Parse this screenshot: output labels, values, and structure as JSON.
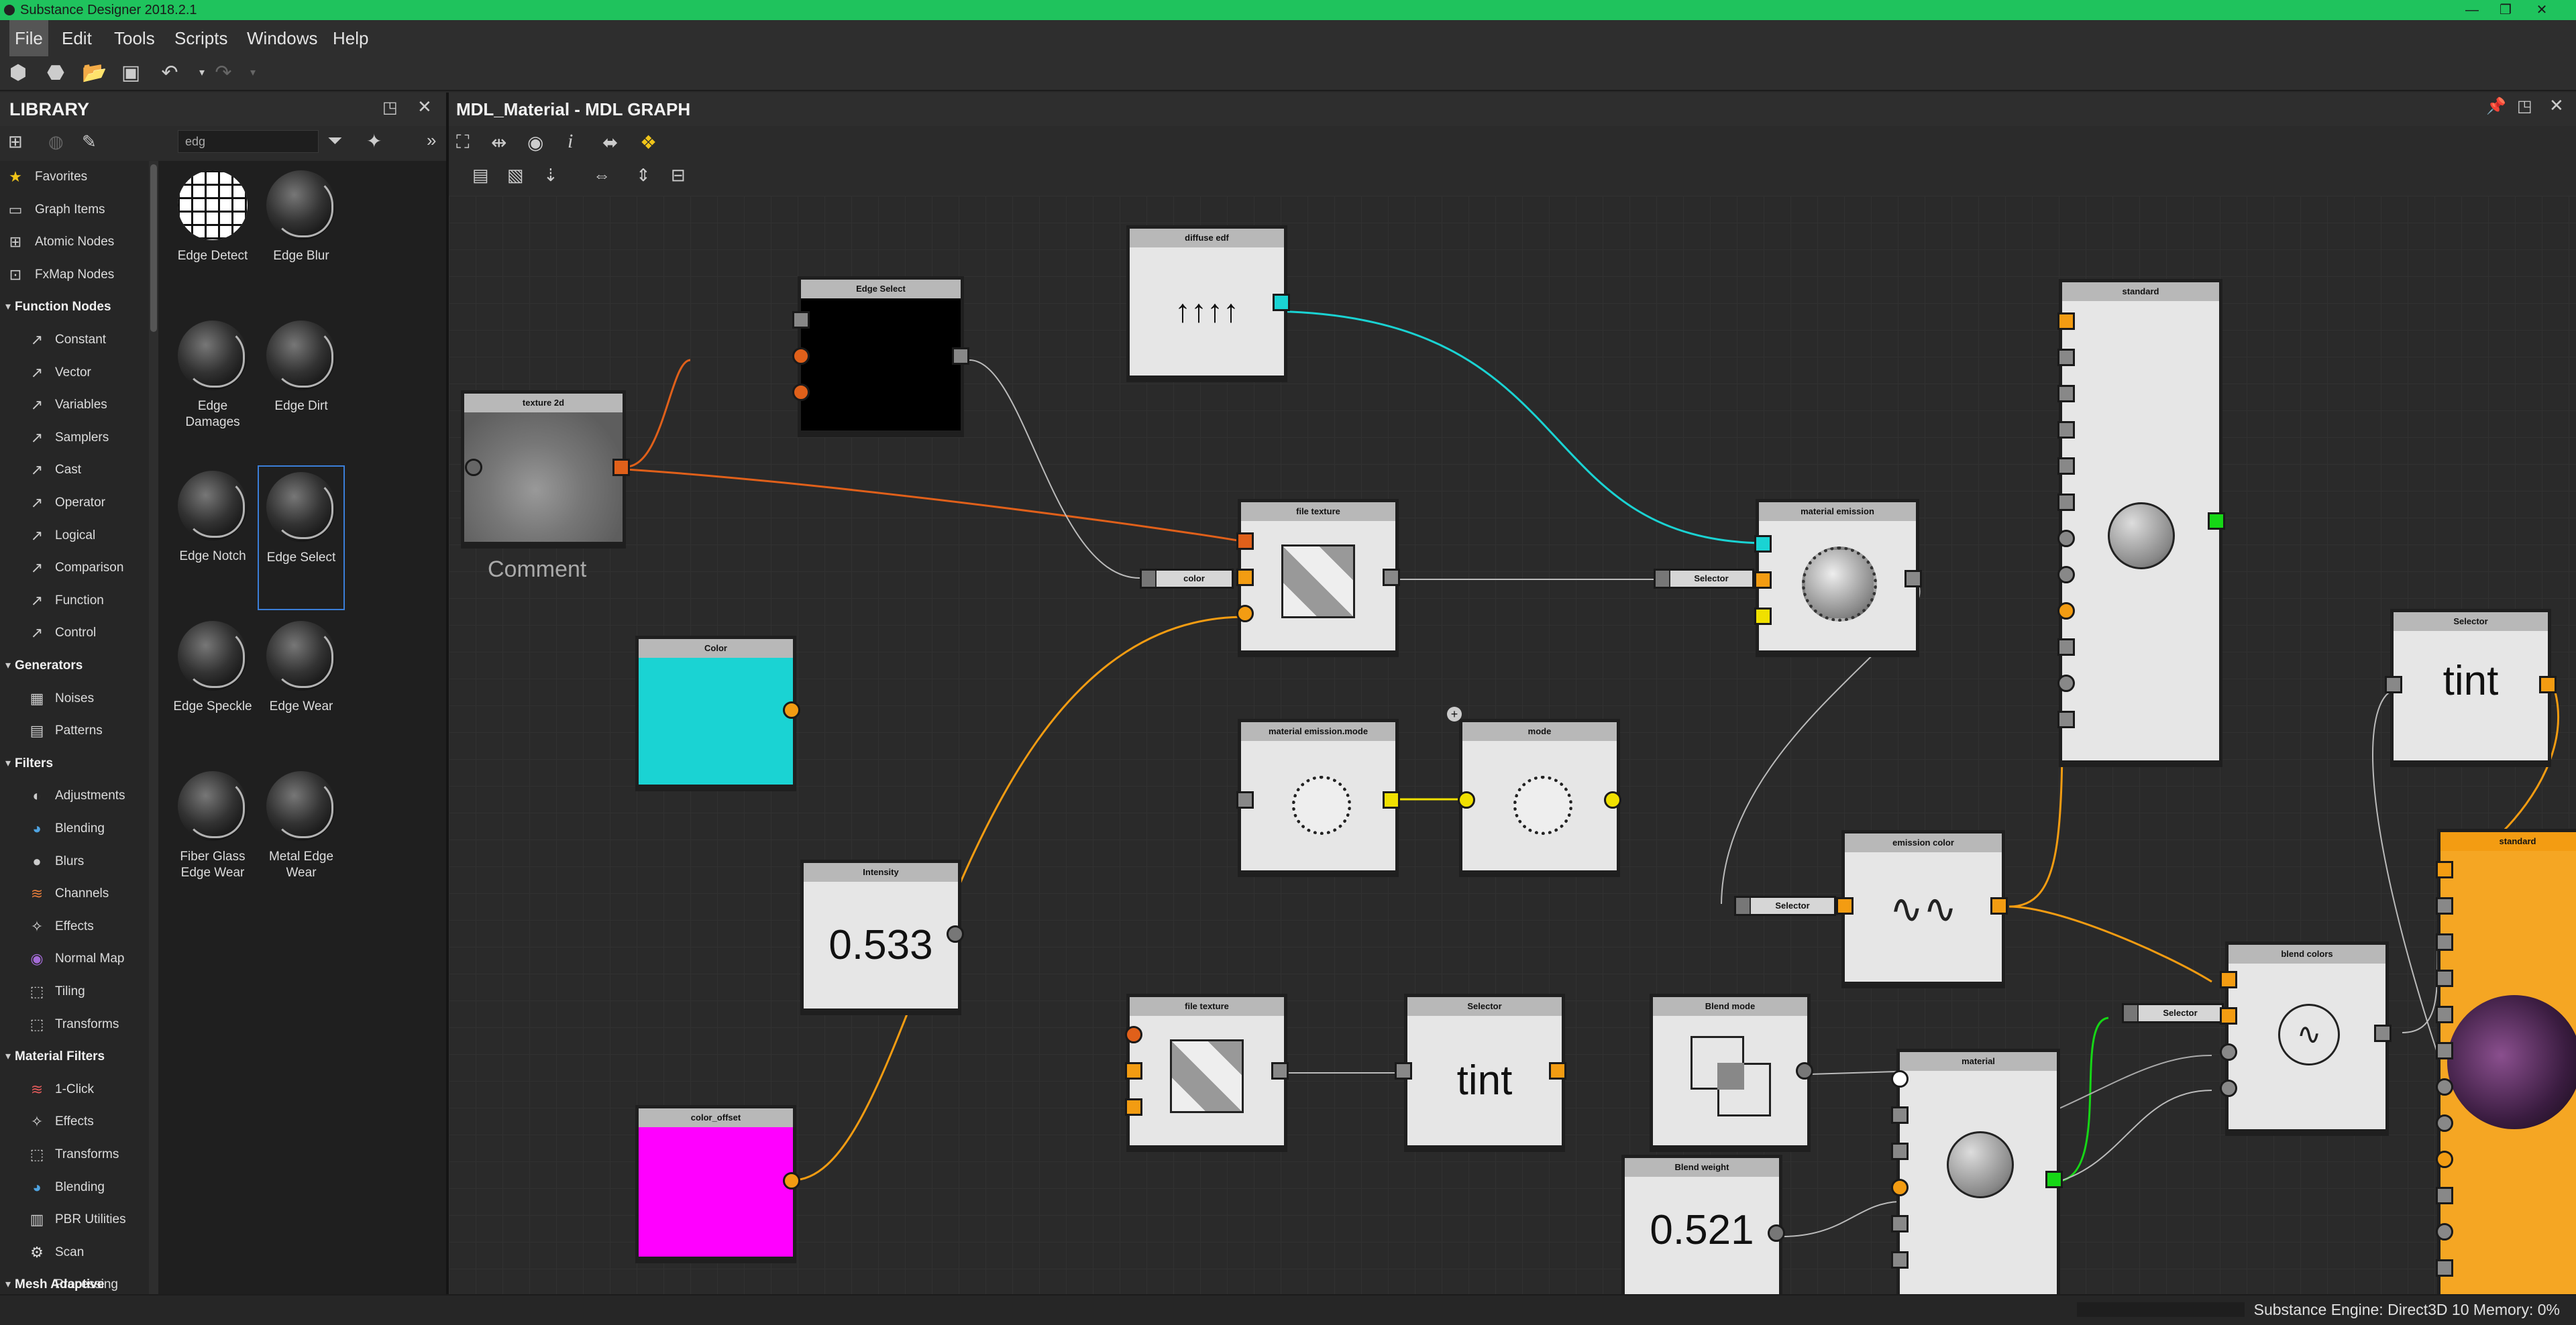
{
  "window": {
    "title": "Substance Designer 2018.2.1"
  },
  "menu": [
    "File",
    "Edit",
    "Tools",
    "Scripts",
    "Windows",
    "Help"
  ],
  "library": {
    "title": "LIBRARY",
    "search_value": "edg",
    "tree": [
      {
        "label": "Favorites",
        "icon": "star-icon",
        "type": "item"
      },
      {
        "label": "Graph Items",
        "icon": "graph-items-icon",
        "type": "item"
      },
      {
        "label": "Atomic Nodes",
        "icon": "atomic-nodes-icon",
        "type": "item"
      },
      {
        "label": "FxMap Nodes",
        "icon": "fxmap-icon",
        "type": "item"
      },
      {
        "label": "Function Nodes",
        "icon": "chevron-down-icon",
        "type": "cat"
      },
      {
        "label": "Constant",
        "icon": "function-icon",
        "type": "sub"
      },
      {
        "label": "Vector",
        "icon": "function-icon",
        "type": "sub"
      },
      {
        "label": "Variables",
        "icon": "function-icon",
        "type": "sub"
      },
      {
        "label": "Samplers",
        "icon": "function-icon",
        "type": "sub"
      },
      {
        "label": "Cast",
        "icon": "function-icon",
        "type": "sub"
      },
      {
        "label": "Operator",
        "icon": "function-icon",
        "type": "sub"
      },
      {
        "label": "Logical",
        "icon": "function-icon",
        "type": "sub"
      },
      {
        "label": "Comparison",
        "icon": "function-icon",
        "type": "sub"
      },
      {
        "label": "Function",
        "icon": "function-icon",
        "type": "sub"
      },
      {
        "label": "Control",
        "icon": "function-icon",
        "type": "sub"
      },
      {
        "label": "Generators",
        "icon": "chevron-down-icon",
        "type": "cat"
      },
      {
        "label": "Noises",
        "icon": "noise-icon",
        "type": "sub"
      },
      {
        "label": "Patterns",
        "icon": "pattern-icon",
        "type": "sub"
      },
      {
        "label": "Filters",
        "icon": "chevron-down-icon",
        "type": "cat"
      },
      {
        "label": "Adjustments",
        "icon": "adjustments-icon",
        "type": "sub"
      },
      {
        "label": "Blending",
        "icon": "blending-icon",
        "type": "sub"
      },
      {
        "label": "Blurs",
        "icon": "blur-icon",
        "type": "sub"
      },
      {
        "label": "Channels",
        "icon": "channels-icon",
        "type": "sub"
      },
      {
        "label": "Effects",
        "icon": "effects-icon",
        "type": "sub"
      },
      {
        "label": "Normal Map",
        "icon": "normal-map-icon",
        "type": "sub"
      },
      {
        "label": "Tiling",
        "icon": "tiling-icon",
        "type": "sub"
      },
      {
        "label": "Transforms",
        "icon": "transforms-icon",
        "type": "sub"
      },
      {
        "label": "Material Filters",
        "icon": "chevron-down-icon",
        "type": "cat"
      },
      {
        "label": "1-Click",
        "icon": "layers-icon",
        "type": "sub"
      },
      {
        "label": "Effects",
        "icon": "effects-icon",
        "type": "sub"
      },
      {
        "label": "Transforms",
        "icon": "transforms-icon",
        "type": "sub"
      },
      {
        "label": "Blending",
        "icon": "blending-icon",
        "type": "sub"
      },
      {
        "label": "PBR Utilities",
        "icon": "pbr-icon",
        "type": "sub"
      },
      {
        "label": "Scan Processing",
        "icon": "gear-icon",
        "type": "sub"
      },
      {
        "label": "Mesh Adaptive",
        "icon": "chevron-down-icon",
        "type": "cat"
      }
    ],
    "thumbs": [
      {
        "label": "Edge Detect",
        "grid": true
      },
      {
        "label": "Edge Blur"
      },
      {
        "label": "Edge Damages"
      },
      {
        "label": "Edge Dirt"
      },
      {
        "label": "Edge Notch"
      },
      {
        "label": "Edge Select",
        "selected": true
      },
      {
        "label": "Edge Speckle"
      },
      {
        "label": "Edge Wear"
      },
      {
        "label": "Fiber Glass Edge Wear"
      },
      {
        "label": "Metal Edge Wear"
      }
    ]
  },
  "graph": {
    "title": "MDL_Material - MDL GRAPH",
    "comment": "Comment",
    "nodes": {
      "diffuse_edf": "diffuse edf",
      "edge_select": "Edge Select",
      "texture_2d": "texture 2d",
      "color_node": "Color",
      "intensity": "Intensity",
      "intensity_value": "0.533",
      "color_offset": "color_offset",
      "file_texture_1": "file texture",
      "color_selector": "color",
      "material_emission_mode": "material emission.mode",
      "mode": "mode",
      "material_emission": "material emission",
      "selector_1": "Selector",
      "standard_1": "standard",
      "emission_color": "emission color",
      "selector_2": "Selector",
      "file_texture_2": "file texture",
      "selector_tint": "Selector",
      "tint_1": "tint",
      "blend_mode": "Blend mode",
      "blend_weight": "Blend weight",
      "blend_weight_value": "0.521",
      "material": "material",
      "selector_3": "Selector",
      "blend_colors": "blend colors",
      "selector_right": "Selector",
      "tint_2": "tint",
      "standard_2": "standard"
    }
  },
  "status": {
    "text": "Substance Engine: Direct3D 10  Memory: 0%"
  },
  "colors": {
    "accent": "#1fc35d",
    "orange": "#f39c12",
    "cyan": "#1ad3d3",
    "magenta": "#ff00ff",
    "green": "#16d616"
  }
}
